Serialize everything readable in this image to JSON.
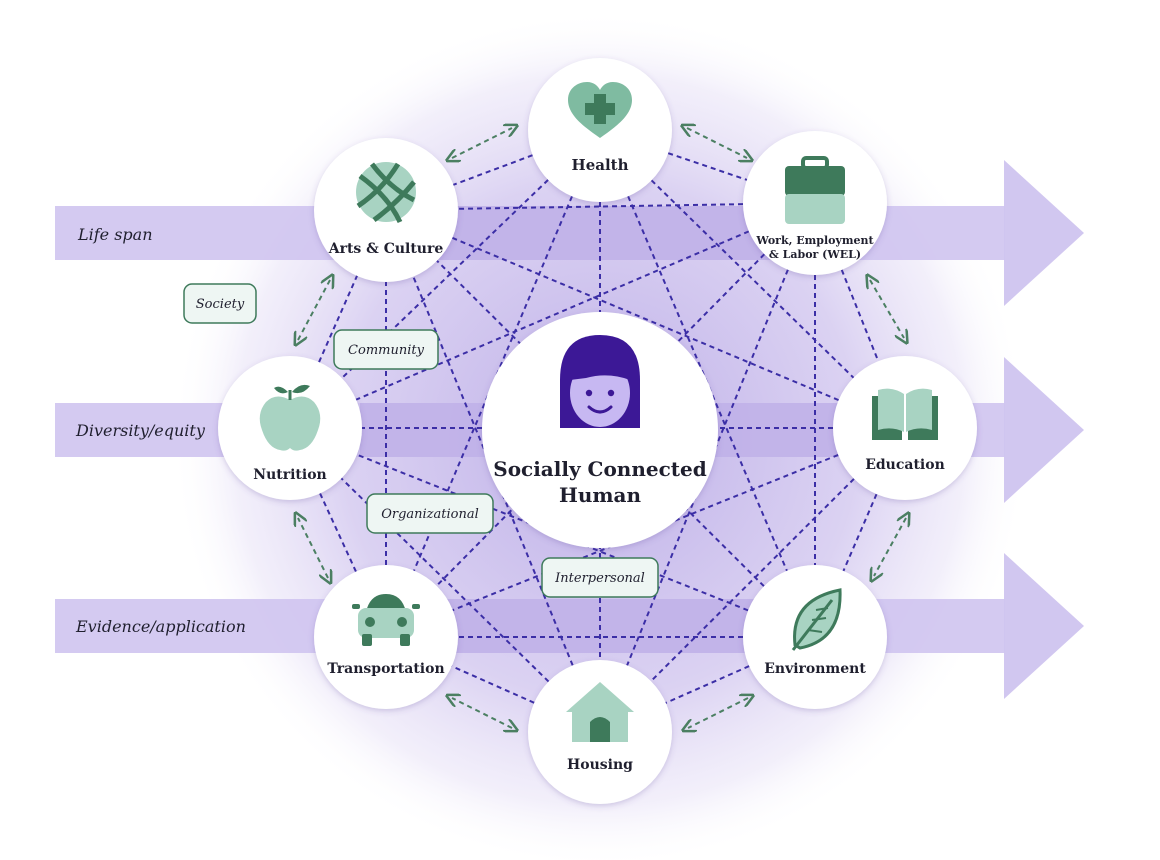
{
  "center": {
    "label_line1": "Socially Connected",
    "label_line2": "Human"
  },
  "nodes": [
    {
      "id": "health",
      "label": "Health",
      "icon": "heart-plus-icon"
    },
    {
      "id": "work",
      "label_line1": "Work, Employment",
      "label_line2": "& Labor (WEL)",
      "icon": "briefcase-icon"
    },
    {
      "id": "education",
      "label": "Education",
      "icon": "open-book-icon"
    },
    {
      "id": "environment",
      "label": "Environment",
      "icon": "leaf-icon"
    },
    {
      "id": "housing",
      "label": "Housing",
      "icon": "house-icon"
    },
    {
      "id": "transportation",
      "label": "Transportation",
      "icon": "car-icon"
    },
    {
      "id": "nutrition",
      "label": "Nutrition",
      "icon": "apple-icon"
    },
    {
      "id": "arts",
      "label": "Arts & Culture",
      "icon": "ball-icon"
    }
  ],
  "arrows": [
    {
      "label": "Life span"
    },
    {
      "label": "Diversity/equity"
    },
    {
      "label": "Evidence/application"
    }
  ],
  "levels": [
    {
      "label": "Society"
    },
    {
      "label": "Community"
    },
    {
      "label": "Organizational"
    },
    {
      "label": "Interpersonal"
    }
  ],
  "colors": {
    "arrow": "#cfc4ef",
    "arrow_inner": "#b7a6e3",
    "halo": "#d7cdee",
    "dash_line": "#3b2ea6",
    "icon_dark": "#3e7a5b",
    "icon_light": "#a8d3c2",
    "face": "#c7b8f2",
    "hair": "#3c1896",
    "label_box_bg": "#eef6f3",
    "label_box_border": "#3e7a5b",
    "double_arrow": "#4b7f62"
  }
}
